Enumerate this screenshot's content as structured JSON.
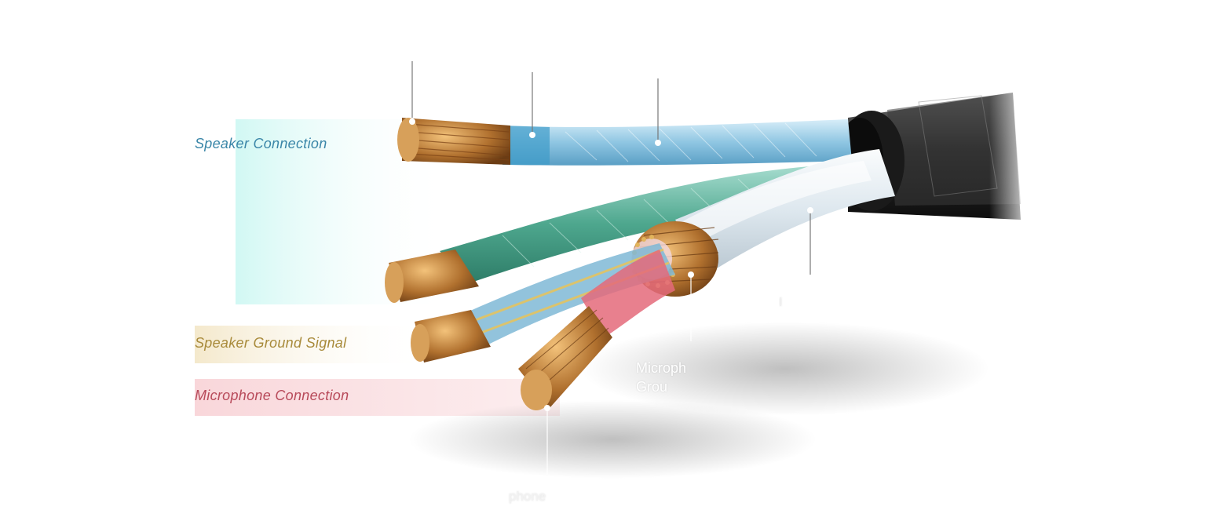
{
  "labels": {
    "speaker_connection": "Speaker Connection",
    "speaker_ground_signal": "Speaker Ground Signal",
    "microphone_connection": "Microphone Connection",
    "mic_ground_line1": "Microph",
    "mic_ground_line2": "Grou",
    "bottom_partial": "phone",
    "right_partial": "I"
  },
  "colors": {
    "speaker": "#3a86a8",
    "ground": "#a88a3a",
    "microphone": "#b84a5a",
    "copper": "#b0702e",
    "jacket": "#1c1c1c",
    "insulation_white": "#e6eef3"
  },
  "icons": [
    "cable-illustration"
  ]
}
